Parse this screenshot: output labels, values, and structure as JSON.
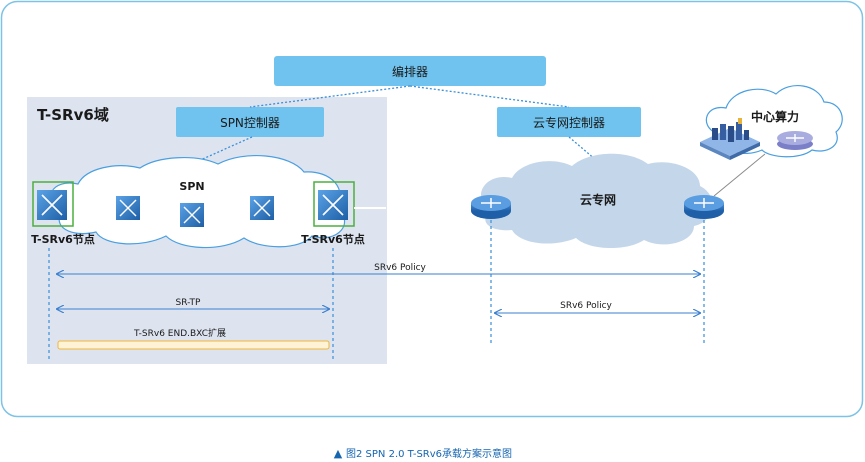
{
  "orchestrator": {
    "label": "编排器"
  },
  "domain": {
    "label": "T-SRv6域"
  },
  "spn_controller": {
    "label": "SPN控制器"
  },
  "cloud_controller": {
    "label": "云专网控制器"
  },
  "spn_cloud": {
    "label": "SPN"
  },
  "private_cloud": {
    "label": "云专网"
  },
  "compute_center": {
    "label": "中心算力"
  },
  "nodes": {
    "left_label": "T-SRv6节点",
    "right_label": "T-SRv6节点"
  },
  "tunnels": {
    "srv6_policy_long": "SRv6 Policy",
    "sr_tp": "SR-TP",
    "srv6_policy_short": "SRv6 Policy",
    "bxc": "T-SRv6 END.BXC扩展"
  },
  "caption": {
    "marker": "▲",
    "text": "图2  SPN 2.0 T-SRv6承载方案示意图"
  },
  "colors": {
    "frame": "#7ec3e6",
    "domain_bg": "#dde4f0",
    "controller": "#6fc3ee",
    "cloud": "#c4d6ea",
    "router": "#2f74b5",
    "node_border": "#4caf3f",
    "caption": "#1565b0"
  }
}
